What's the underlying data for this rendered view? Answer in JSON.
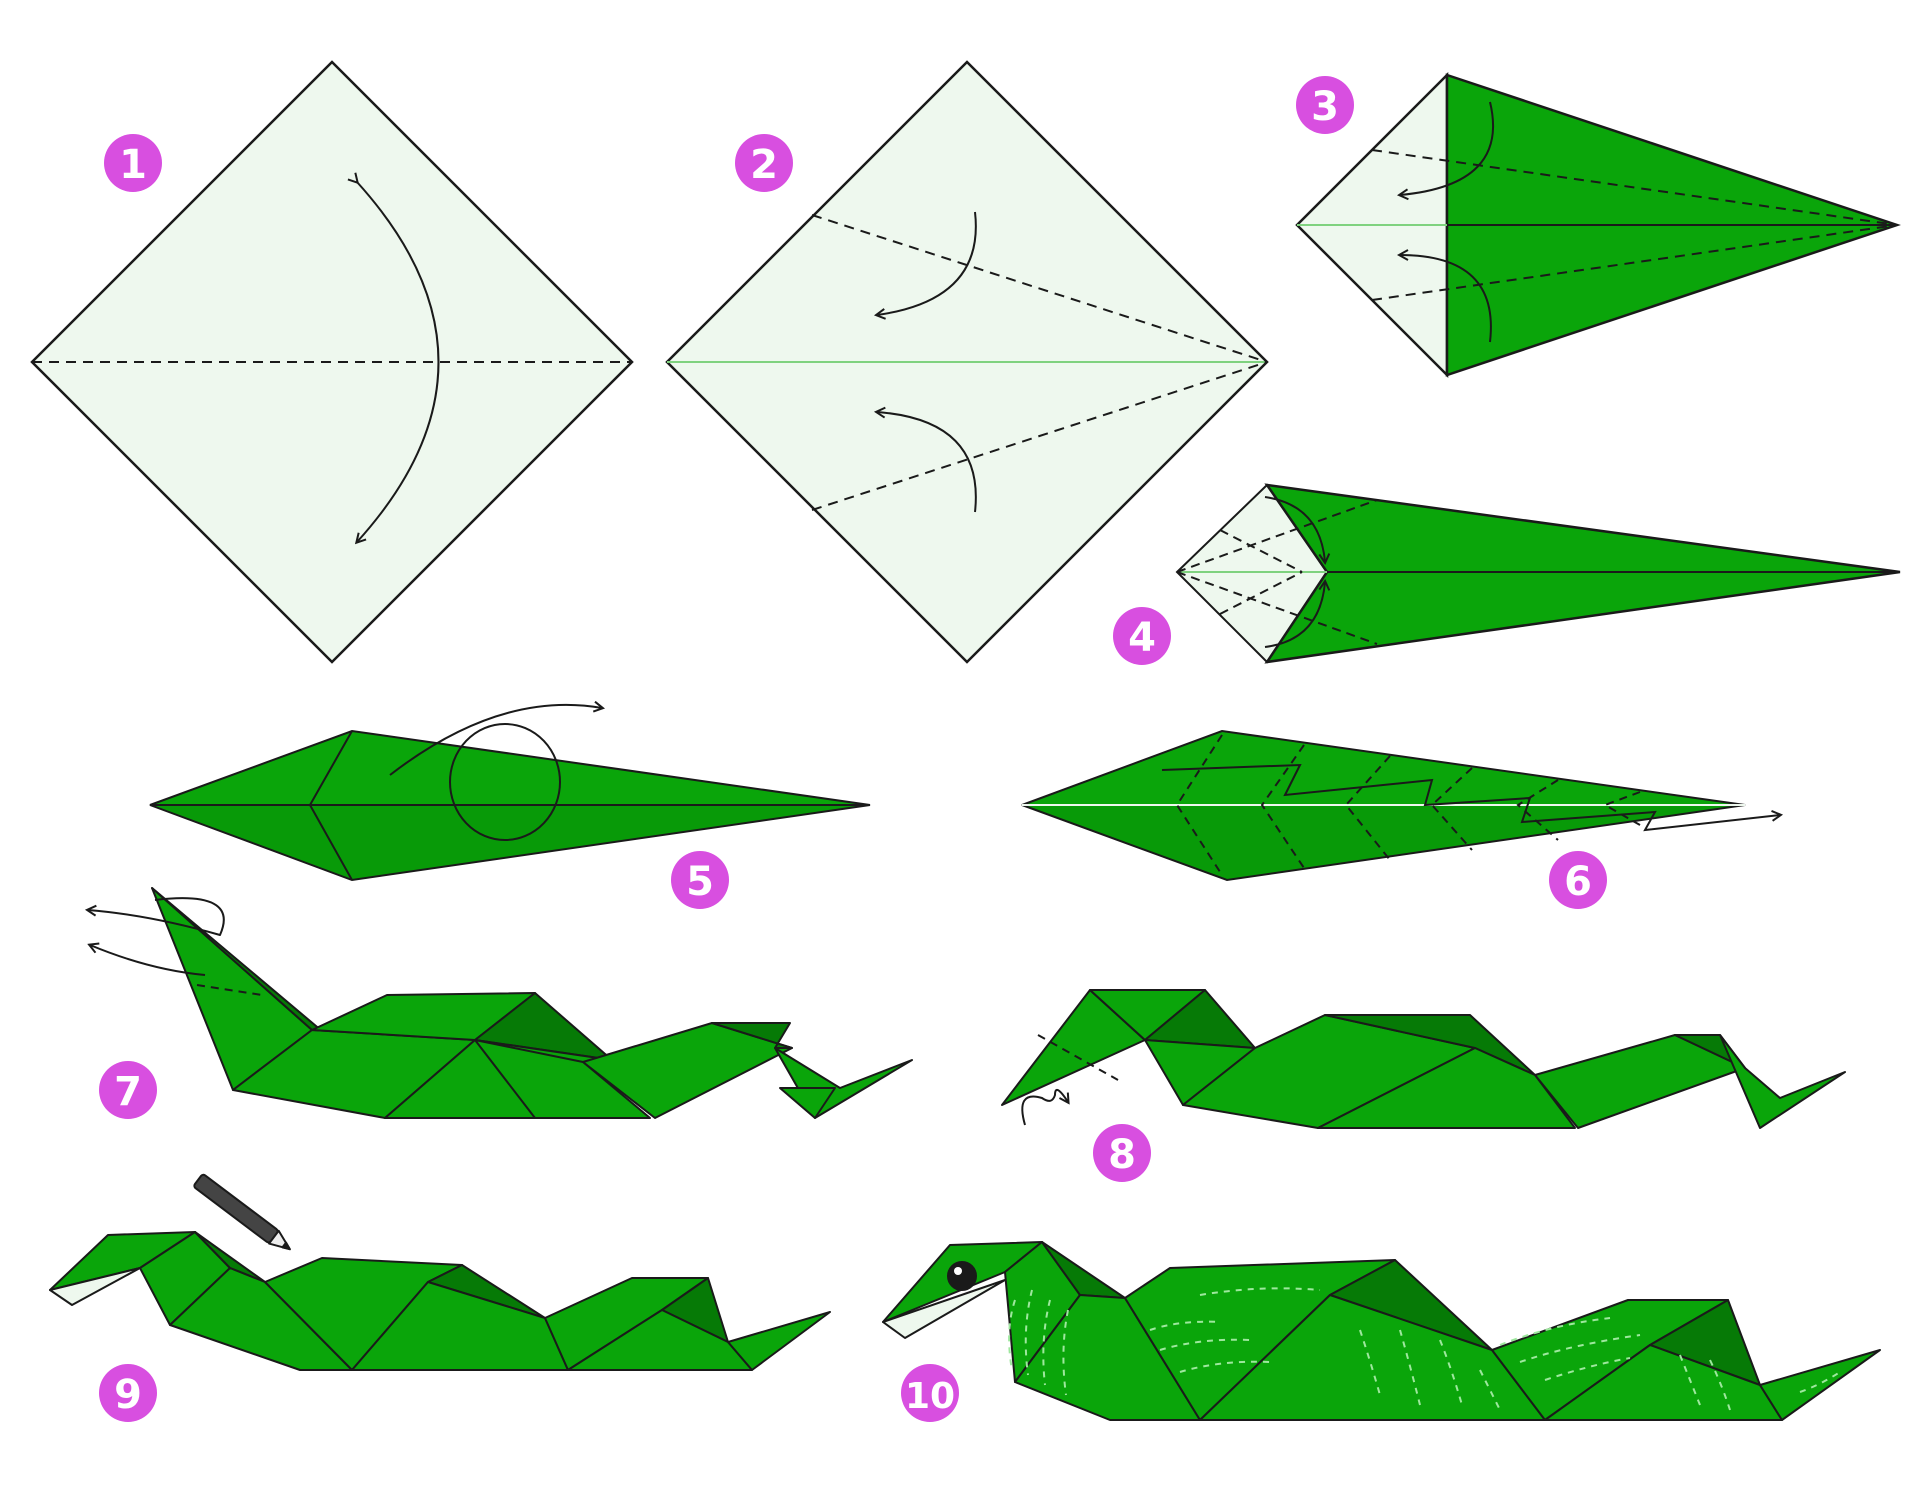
{
  "colors": {
    "paper_white": "#eef8ee",
    "paper_green": "#0aa50a",
    "paper_green_dark": "#067a06",
    "paper_green_darker": "#056505",
    "outline": "#1a1a1a",
    "badge": "#d84fe0",
    "badge_text": "#ffffff",
    "dash_light": "#9ee89e"
  },
  "steps": [
    {
      "number": "1"
    },
    {
      "number": "2"
    },
    {
      "number": "3"
    },
    {
      "number": "4"
    },
    {
      "number": "5"
    },
    {
      "number": "6"
    },
    {
      "number": "7"
    },
    {
      "number": "8"
    },
    {
      "number": "9"
    },
    {
      "number": "10"
    }
  ],
  "icons": [
    "curved-arrow-icon",
    "pencil-icon",
    "eye-icon",
    "zigzag-arrow-icon",
    "loop-arrow-icon"
  ]
}
